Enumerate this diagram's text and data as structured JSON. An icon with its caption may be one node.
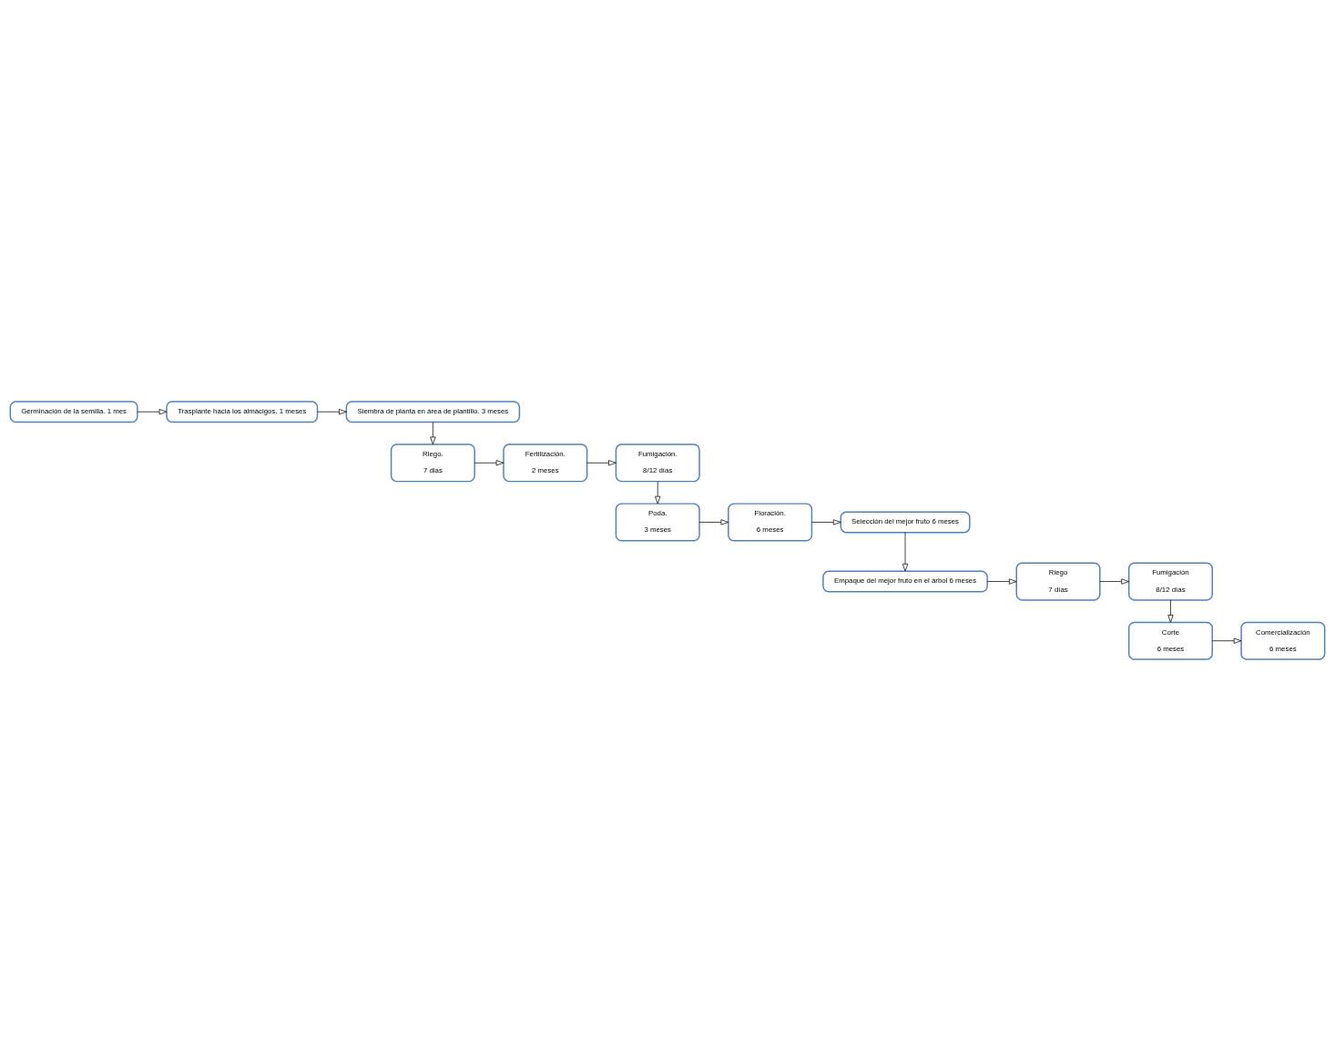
{
  "diagram": {
    "nodes": [
      {
        "text": [
          "Germinación de la semilla. 1 mes"
        ]
      },
      {
        "text": [
          "Trasplante hacia los almácigos. 1 meses"
        ]
      },
      {
        "text": [
          "Siembra de planta en área de plantillo. 3 meses"
        ]
      },
      {
        "text": [
          "Riego.",
          "7 dias"
        ]
      },
      {
        "text": [
          "Fertilización.",
          "2 meses"
        ]
      },
      {
        "text": [
          "Fumigación.",
          "8/12 días"
        ]
      },
      {
        "text": [
          "Poda.",
          "3 meses"
        ]
      },
      {
        "text": [
          "Floración.",
          "6 meses"
        ]
      },
      {
        "text": [
          "Selección del mejor fruto 6 meses"
        ]
      },
      {
        "text": [
          "Empaque del mejor fruto en el árbol 6 meses"
        ]
      },
      {
        "text": [
          "Riego",
          "7 días"
        ]
      },
      {
        "text": [
          "Fumigación",
          "8/12 días"
        ]
      },
      {
        "text": [
          "Corte",
          "6 meses"
        ]
      },
      {
        "text": [
          "Comercialización",
          "6 meses"
        ]
      }
    ],
    "edges": [
      {
        "from": 0,
        "to": 1,
        "arrow": "to"
      },
      {
        "from": 1,
        "to": 2,
        "arrow": "to"
      },
      {
        "from": 2,
        "to": 3,
        "arrow": "to"
      },
      {
        "from": 3,
        "to": 4,
        "arrow": "to"
      },
      {
        "from": 4,
        "to": 5,
        "arrow": "to"
      },
      {
        "from": 5,
        "to": 6,
        "arrow": "to"
      },
      {
        "from": 6,
        "to": 7,
        "arrow": "to"
      },
      {
        "from": 7,
        "to": 8,
        "arrow": "to"
      },
      {
        "from": 8,
        "to": 9,
        "arrow": "to"
      },
      {
        "from": 9,
        "to": 10,
        "arrow": "to"
      },
      {
        "from": 10,
        "to": 11,
        "arrow": "to"
      },
      {
        "from": 11,
        "to": 12,
        "arrow": "to"
      },
      {
        "from": 12,
        "to": 13,
        "arrow": "to"
      }
    ]
  }
}
